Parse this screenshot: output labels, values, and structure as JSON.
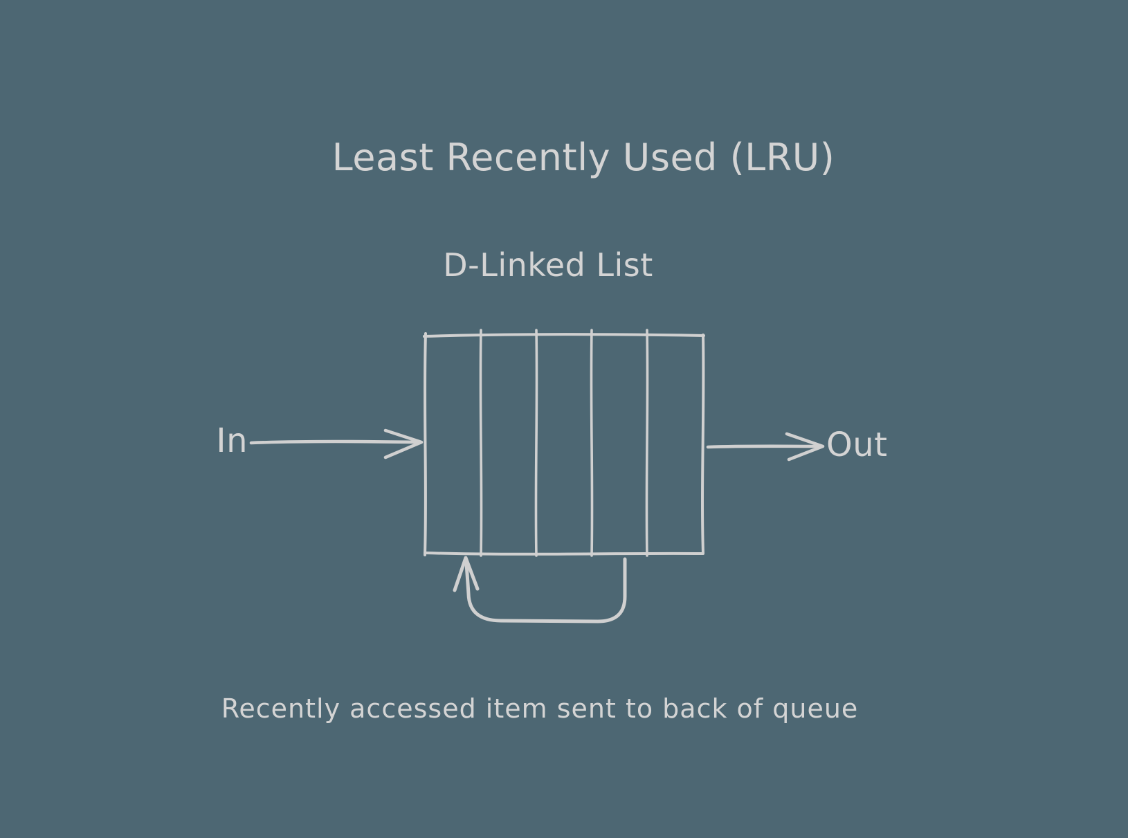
{
  "colors": {
    "background": "#4d6773",
    "stroke": "#d0d0d0",
    "text": "#d4d4d4"
  },
  "title": "Least Recently Used (LRU)",
  "diagram": {
    "label": "D-Linked List",
    "in_label": "In",
    "out_label": "Out",
    "cell_count": 5
  },
  "caption": "Recently accessed item sent to back of queue"
}
